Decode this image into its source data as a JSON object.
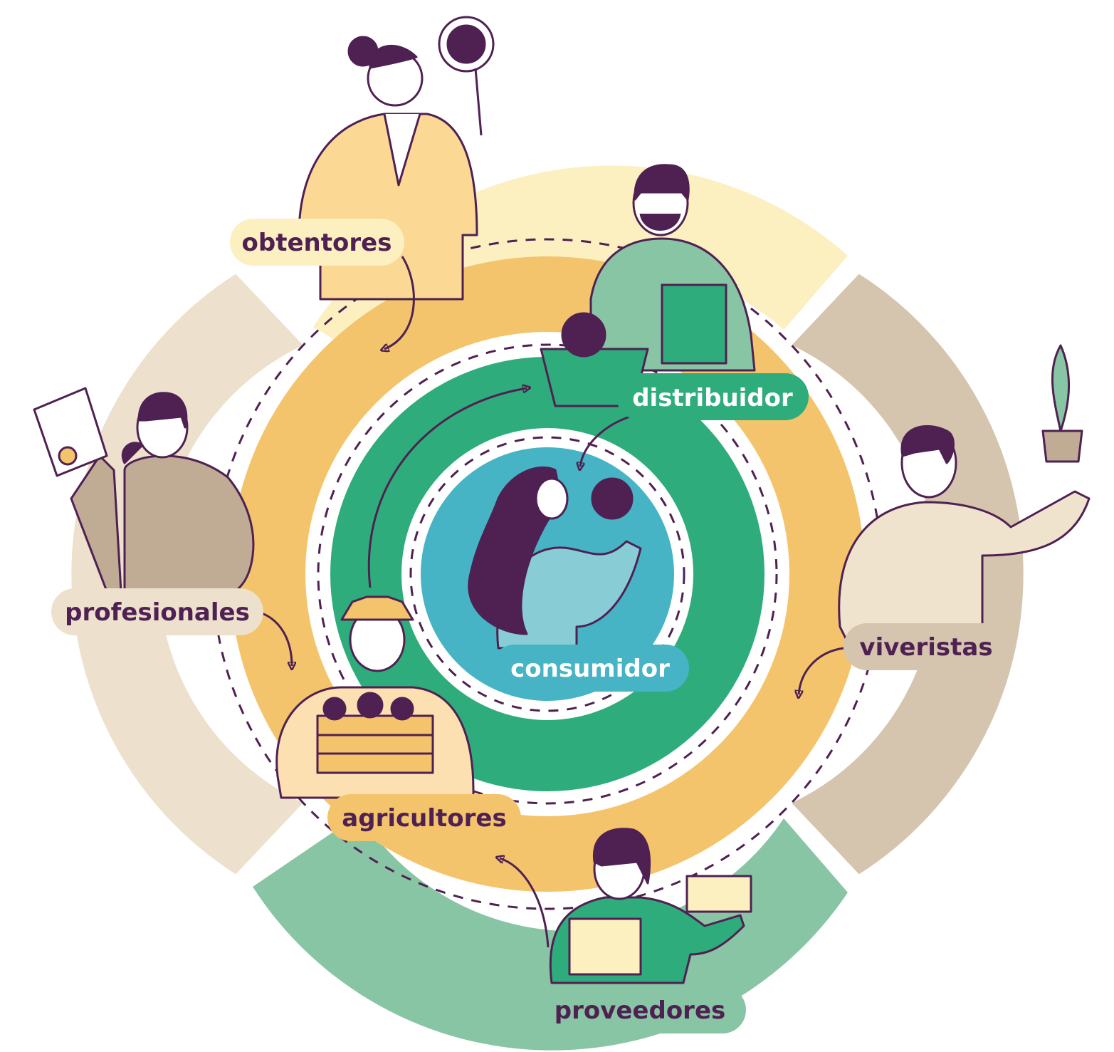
{
  "labels": {
    "obtentores": "obtentores",
    "distribuidor": "distribuidor",
    "viveristas": "viveristas",
    "profesionales": "profesionales",
    "consumidor": "consumidor",
    "agricultores": "agricultores",
    "proveedores": "proveedores"
  },
  "colors": {
    "ink": "#4f2152",
    "outer_yellow": "#fcefc0",
    "outer_beige_left": "#ede0cd",
    "outer_beige_right": "#d5c4ae",
    "outer_green": "#88c5a4",
    "ring_orange": "#f4c46c",
    "ring_green": "#2fac7b",
    "center_blue": "#46b4c5",
    "label_dark_text": "#4f2152",
    "label_light_text": "#ffffff"
  }
}
